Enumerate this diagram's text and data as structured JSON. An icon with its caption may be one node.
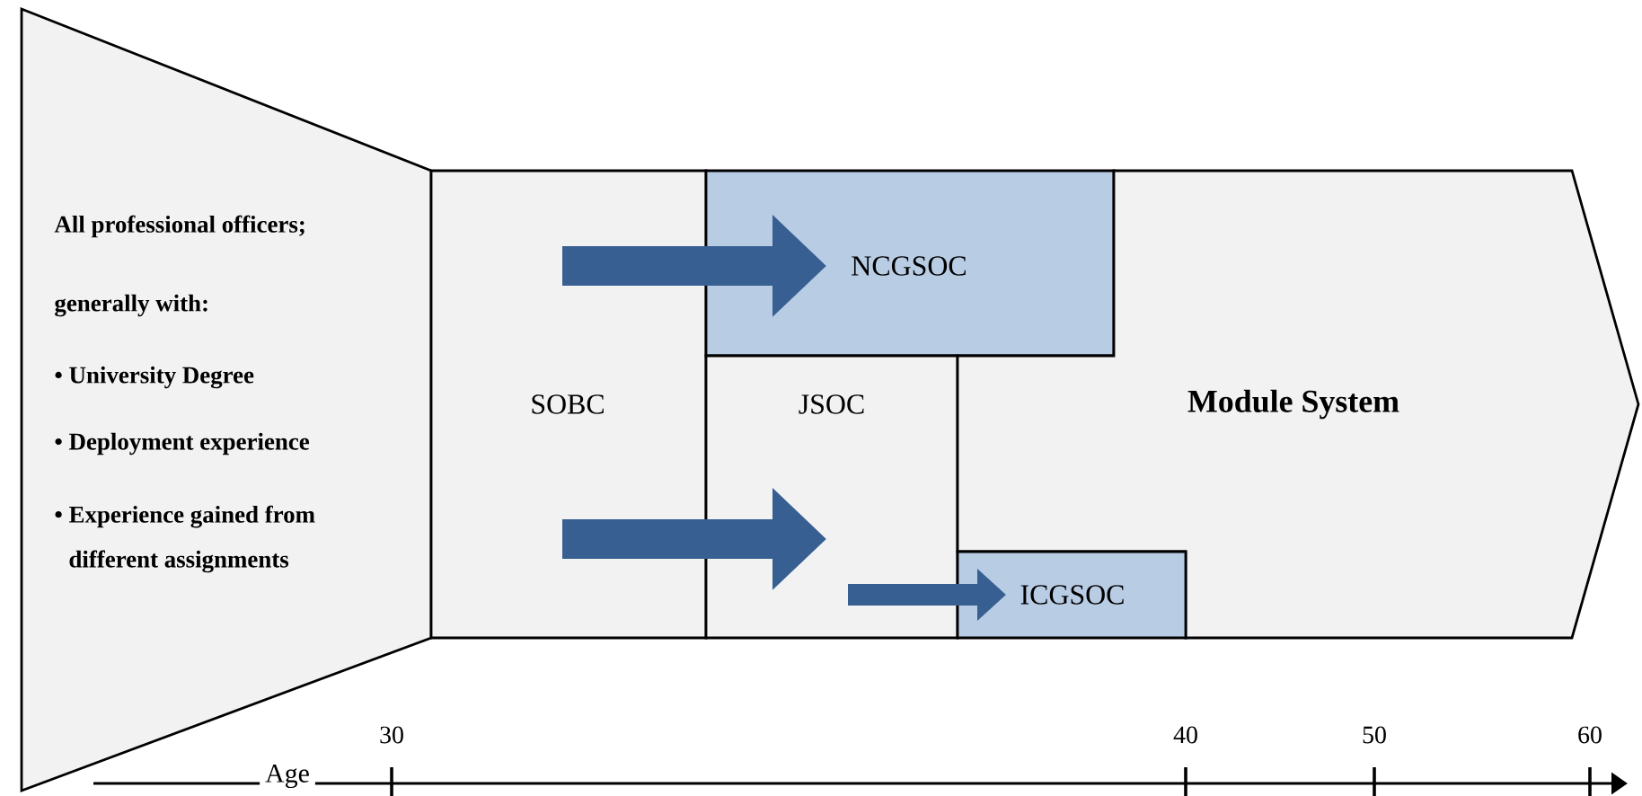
{
  "diagram": {
    "nodes": [
      {
        "text": [
          "All professional officers;",
          "generally with:",
          "• University Degree",
          "• Deployment experience",
          "• Experience gained from different assignments"
        ]
      },
      {
        "text": [
          "SOBC"
        ]
      },
      {
        "text": [
          "NCGSOC"
        ]
      },
      {
        "text": [
          "JSOC"
        ]
      },
      {
        "text": [
          "Module System"
        ]
      },
      {
        "text": [
          "ICGSOC"
        ]
      }
    ],
    "edges": [
      {
        "from": 1,
        "to": 2,
        "arrow": "to"
      },
      {
        "from": 1,
        "to": 3,
        "arrow": "to"
      },
      {
        "from": 3,
        "to": 5,
        "arrow": "to"
      }
    ],
    "labels": [
      "Age",
      "30",
      "40",
      "50",
      "60"
    ]
  }
}
